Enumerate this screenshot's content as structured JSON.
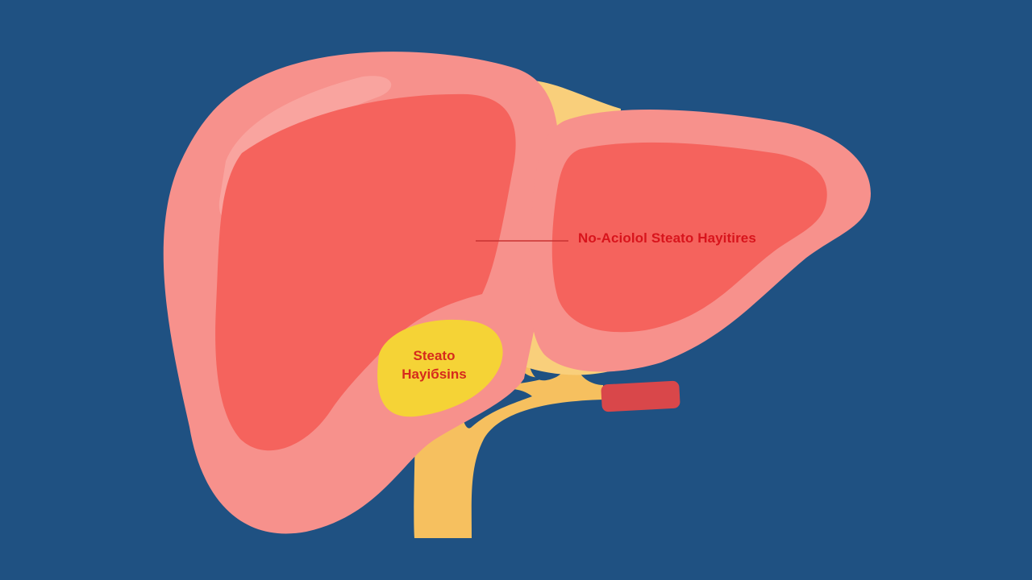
{
  "diagram": {
    "type": "anatomical-illustration",
    "subject": "liver",
    "labels": {
      "lobe_callout": "No-Aciolol Steato Hayitires",
      "gallbladder_line1": "Steato",
      "gallbladder_line2": "Hayiбsins"
    },
    "colors": {
      "background": "#1f5182",
      "liver_outer": "#f7918c",
      "liver_inner": "#f5635d",
      "highlight": "#f9a49f",
      "ligament_yellow": "#f9cf7b",
      "gallbladder": "#f5d336",
      "duct": "#f6c05f",
      "vessel_red": "#d9474a",
      "label_red": "#d8141c"
    }
  }
}
